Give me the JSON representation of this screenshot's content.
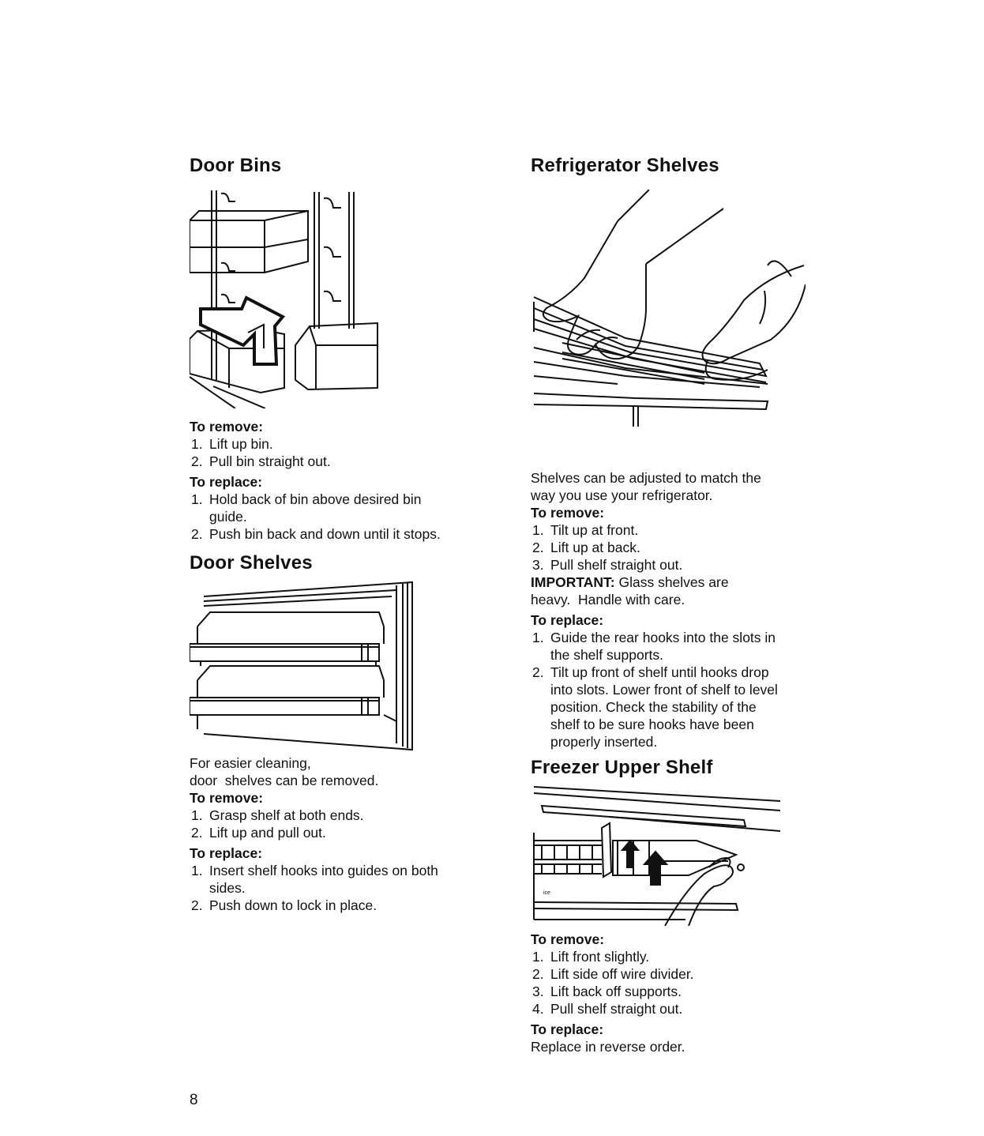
{
  "page_number": "8",
  "left": {
    "door_bins": {
      "title": "Door Bins",
      "remove_label": "To remove:",
      "remove_steps": [
        {
          "num": "1.",
          "text": "Lift up bin."
        },
        {
          "num": "2.",
          "text": "Pull bin straight out."
        }
      ],
      "replace_label": "To replace:",
      "replace_steps": [
        {
          "num": "1.",
          "text": "Hold back of bin above desired bin guide."
        },
        {
          "num": "2.",
          "text": "Push bin back and down until it stops."
        }
      ]
    },
    "door_shelves": {
      "title": "Door Shelves",
      "intro_line1": "For easier cleaning,",
      "intro_line2": "door  shelves can be removed.",
      "remove_label": "To remove:",
      "remove_steps": [
        {
          "num": "1.",
          "text": "Grasp shelf at both ends."
        },
        {
          "num": "2.",
          "text": "Lift up and pull out."
        }
      ],
      "replace_label": "To replace:",
      "replace_steps": [
        {
          "num": "1.",
          "text": "Insert shelf hooks into guides on both sides."
        },
        {
          "num": "2.",
          "text": "Push down to lock in place."
        }
      ]
    }
  },
  "right": {
    "refrigerator_shelves": {
      "title": "Refrigerator Shelves",
      "intro": "Shelves can be adjusted to match the way you use your refrigerator.",
      "remove_label": "To remove:",
      "remove_steps": [
        {
          "num": "1.",
          "text": "Tilt up at front."
        },
        {
          "num": "2.",
          "text": "Lift up at back."
        },
        {
          "num": "3.",
          "text": "Pull shelf straight out."
        }
      ],
      "important_label": "IMPORTANT:",
      "important_text": " Glass shelves are heavy.  Handle with care.",
      "replace_label": "To replace:",
      "replace_steps": [
        {
          "num": "1.",
          "text": "Guide the rear hooks into the slots in the shelf supports."
        },
        {
          "num": "2.",
          "text": "Tilt up front of shelf until hooks drop into slots.  Lower front of shelf to level position.  Check the stability of the shelf to be sure hooks have been properly inserted."
        }
      ]
    },
    "freezer_upper_shelf": {
      "title": "Freezer Upper Shelf",
      "illustration_label": "ice",
      "remove_label": "To remove:",
      "remove_steps": [
        {
          "num": "1.",
          "text": "Lift front slightly."
        },
        {
          "num": "2.",
          "text": "Lift side off wire divider."
        },
        {
          "num": "3.",
          "text": "Lift back off supports."
        },
        {
          "num": "4.",
          "text": "Pull shelf straight out."
        }
      ],
      "replace_label": "To replace:",
      "replace_text": "Replace in reverse order."
    }
  }
}
